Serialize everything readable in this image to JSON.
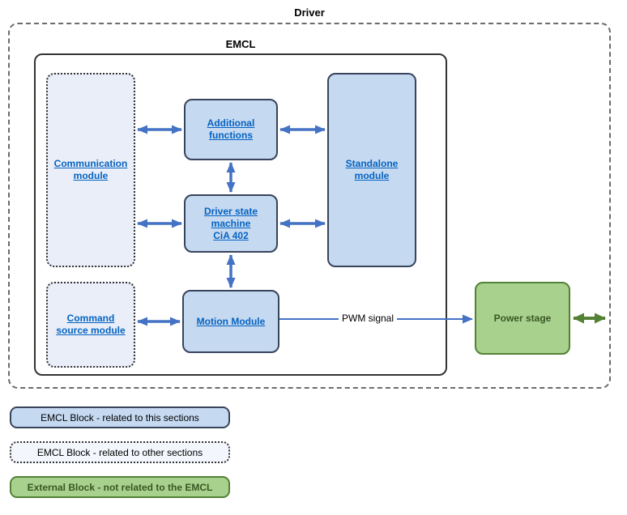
{
  "diagram": {
    "title": "Driver",
    "emcl_title": "EMCL",
    "blocks": {
      "communication": {
        "label": "Communication module"
      },
      "command_source": {
        "label": "Command source module"
      },
      "additional": {
        "label": "Additional functions"
      },
      "dsm": {
        "line1": "Driver state machine",
        "line2": "CiA 402"
      },
      "motion": {
        "label": "Motion Module"
      },
      "standalone": {
        "label": "Standalone module"
      },
      "power_stage": {
        "label": "Power stage"
      }
    },
    "labels": {
      "pwm": "PWM signal"
    }
  },
  "legend": {
    "items": [
      {
        "label": "EMCL Block - related to this sections"
      },
      {
        "label": "EMCL Block - related to other sections"
      },
      {
        "label": "External Block - not related to the EMCL"
      }
    ]
  },
  "colors": {
    "emcl_block_fill": "#c5d9f1",
    "emcl_block_border": "#37445c",
    "other_block_fill": "#e9eef9",
    "external_fill": "#a9d18e",
    "external_border": "#538135",
    "link_text": "#0563c1",
    "arrow_blue": "#4472c4",
    "arrow_green": "#538135"
  }
}
